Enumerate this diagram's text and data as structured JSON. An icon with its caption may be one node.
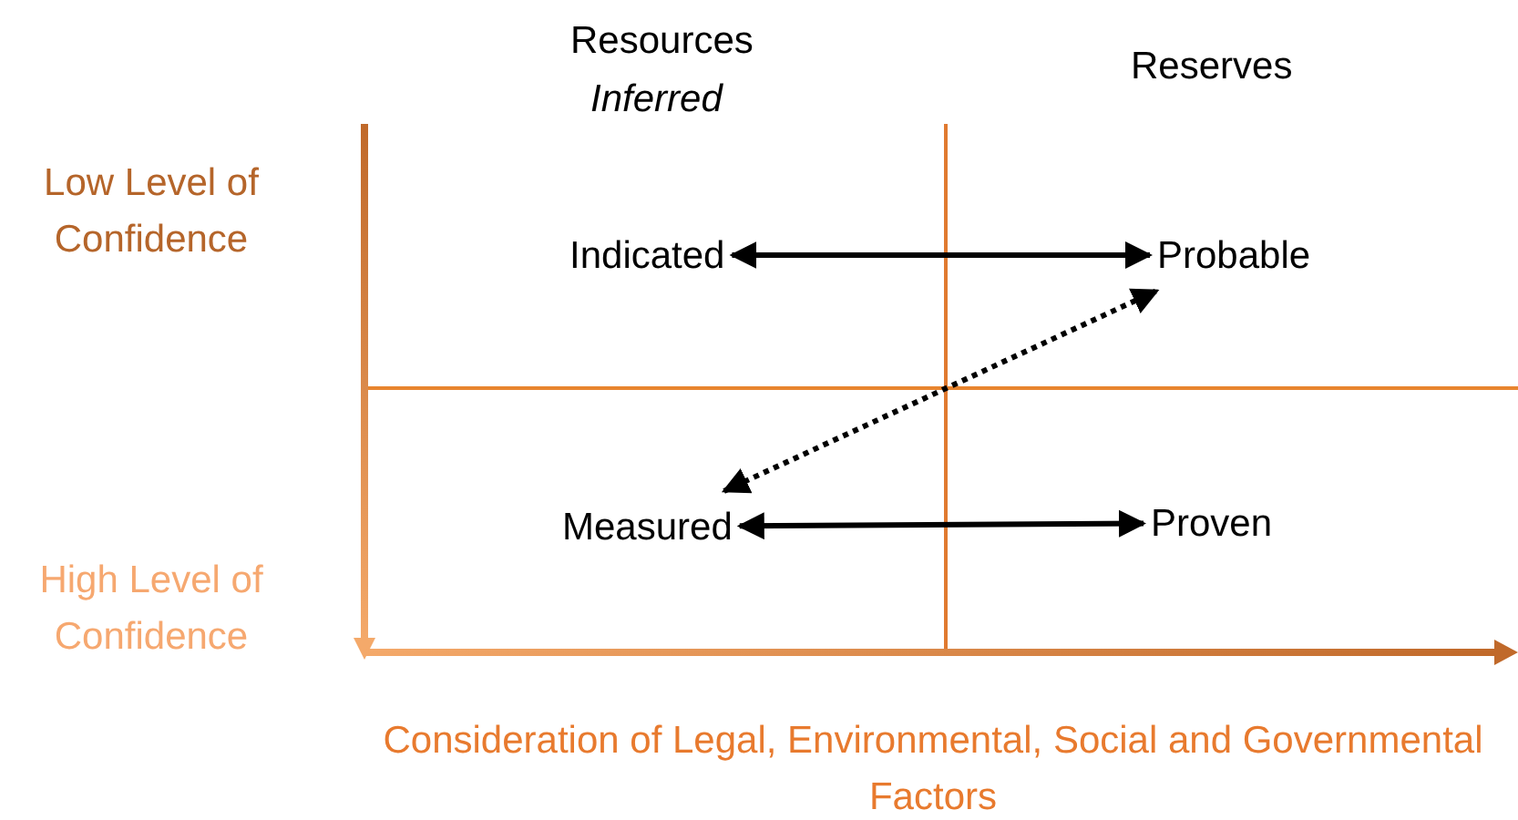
{
  "diagram": {
    "nodes": [
      {
        "text": [
          "Indicated"
        ]
      },
      {
        "text": [
          "Probable"
        ]
      },
      {
        "text": [
          "Measured"
        ]
      },
      {
        "text": [
          "Proven"
        ]
      }
    ],
    "edges": [
      {
        "from": 0,
        "to": 1,
        "arrow": "both"
      },
      {
        "from": 2,
        "to": 1,
        "arrow": "both",
        "style": "dashed"
      },
      {
        "from": 2,
        "to": 3,
        "arrow": "both"
      }
    ],
    "labels": [
      "Resources",
      "Inferred",
      "Reserves",
      "Low Level of Confidence",
      "High Level of Confidence",
      "Consideration of Legal, Environmental, Social and Governmental Factors"
    ]
  }
}
